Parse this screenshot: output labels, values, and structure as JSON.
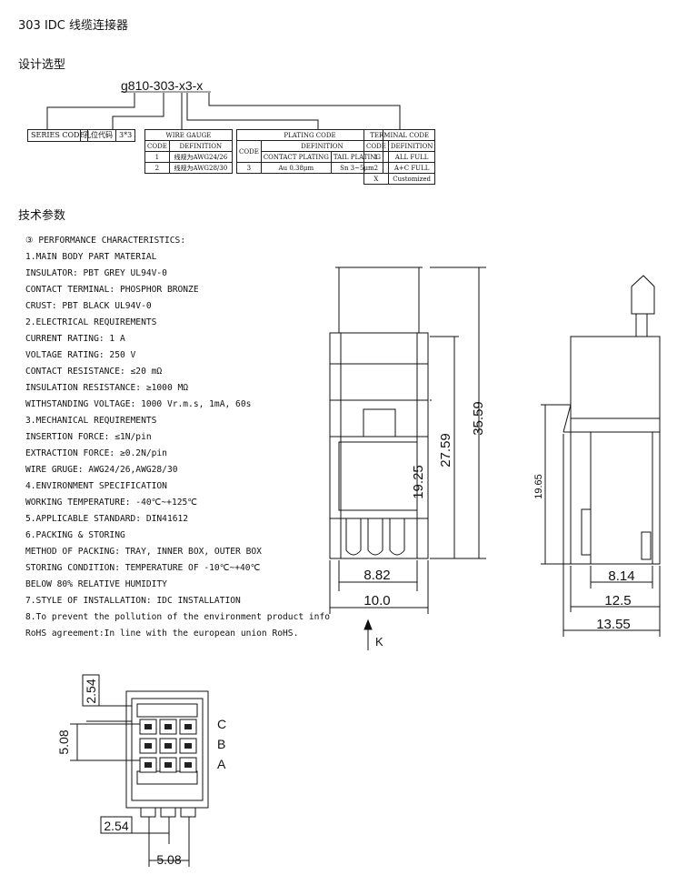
{
  "title": "303 IDC  线缆连接器",
  "section_selection": "设计选型",
  "section_params": "技术参数",
  "part_number": "g810-303-x3-x",
  "series_code": "SERIES CODE",
  "hole_code_label": "孔位代码",
  "hole_code_value": "3*3",
  "wire_gauge": {
    "title": "WIRE GAUGE",
    "col_code": "CODE",
    "col_def": "DEFINITION",
    "rows": [
      {
        "code": "1",
        "def": "线规为AWG24/26"
      },
      {
        "code": "2",
        "def": "线规为AWG28/30"
      }
    ]
  },
  "plating_code": {
    "title": "PLATING CODE",
    "col_code": "CODE",
    "col_def": "DEFINITION",
    "col_contact": "CONTACT PLATING",
    "col_tail": "TAIL PLATING",
    "row_code": "3",
    "row_contact": "Au 0.38μm",
    "row_tail": "Sn 3~5μm"
  },
  "terminal_code": {
    "title": "TERMINAL CODE",
    "col_code": "CODE",
    "col_def": "DEFINITION",
    "rows": [
      {
        "code": "1",
        "def": "ALL FULL"
      },
      {
        "code": "2",
        "def": "A+C FULL"
      },
      {
        "code": "X",
        "def": "Customized"
      }
    ]
  },
  "perf_lines": [
    "③ PERFORMANCE CHARACTERISTICS:",
    "  1.MAIN BODY PART MATERIAL",
    "    INSULATOR: PBT GREY UL94V-0",
    "    CONTACT TERMINAL: PHOSPHOR BRONZE",
    "    CRUST: PBT BLACK UL94V-0",
    "  2.ELECTRICAL REQUIREMENTS",
    "    CURRENT RATING: 1 A",
    "    VOLTAGE RATING: 250 V",
    "    CONTACT RESISTANCE: ≤20 mΩ",
    "    INSULATION RESISTANCE: ≥1000 MΩ",
    "    WITHSTANDING VOLTAGE: 1000 Vr.m.s, 1mA, 60s",
    "  3.MECHANICAL REQUIREMENTS",
    "    INSERTION FORCE: ≤1N/pin",
    "    EXTRACTION FORCE: ≥0.2N/pin",
    "    WIRE GRUGE: AWG24/26,AWG28/30",
    "  4.ENVIRONMENT SPECIFICATION",
    "    WORKING TEMPERATURE: -40℃~+125℃",
    "  5.APPLICABLE STANDARD: DIN41612",
    "  6.PACKING & STORING",
    "    METHOD OF PACKING: TRAY, INNER BOX, OUTER BOX",
    "        STORING CONDITION: TEMPERATURE OF -10℃~+40℃",
    "                           BELOW 80% RELATIVE HUMIDITY",
    "  7.STYLE OF INSTALLATION: IDC INSTALLATION",
    "  8.To prevent the pollution of the environment product info",
    "  RoHS agreement:In line with the european union RoHS."
  ],
  "dims": {
    "d3559": "35.59",
    "d2759": "27.59",
    "d1925": "19.25",
    "d882": "8.82",
    "d100": "10.0",
    "d1965": "19.65",
    "d814": "8.14",
    "d125": "12.5",
    "d1355": "13.55",
    "k_label": "K",
    "d254a": "2.54",
    "d508a": "5.08",
    "d254b": "2.54",
    "d508b": "5.08",
    "row_c": "C",
    "row_b": "B",
    "row_a": "A"
  }
}
